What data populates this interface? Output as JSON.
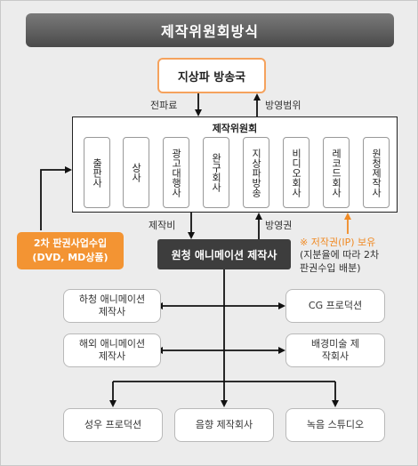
{
  "title": "제작위원회방식",
  "broadcaster": "지상파 방송국",
  "label_fee": "전파료",
  "label_rights": "방영범위",
  "committee": {
    "title": "제작위원회",
    "members": [
      "출판사",
      "상사",
      "광고대행사",
      "완구회사",
      "지상파방송",
      "비디오회사",
      "레코드회사",
      "원청제작사"
    ]
  },
  "label_cost": "제작비",
  "label_broadcast_right": "방영권",
  "main_studio": "원청 애니메이션 제작사",
  "secondary_revenue": {
    "line1": "2차 판권사업수입",
    "line2": "(DVD, MD상품)"
  },
  "ip_note": {
    "title": "※ 저작권(IP) 보유",
    "line1": "(지분율에 따라 2차",
    "line2": "판권수입 배분)"
  },
  "partners": {
    "subcontract": "하청 애니메이션 제작사",
    "cg": "CG 프로덕션",
    "overseas": "해외 애니메이션 제작사",
    "background": "배경미술 제작회사"
  },
  "bottom": {
    "voice": "성우 프로덕션",
    "sound": "음향 제작회사",
    "recording": "녹음 스튜디오"
  },
  "colors": {
    "accent_orange": "#f39433",
    "dark_box": "#3d3d3d",
    "title_bar": "#5a5a5a",
    "background": "#ececec"
  }
}
